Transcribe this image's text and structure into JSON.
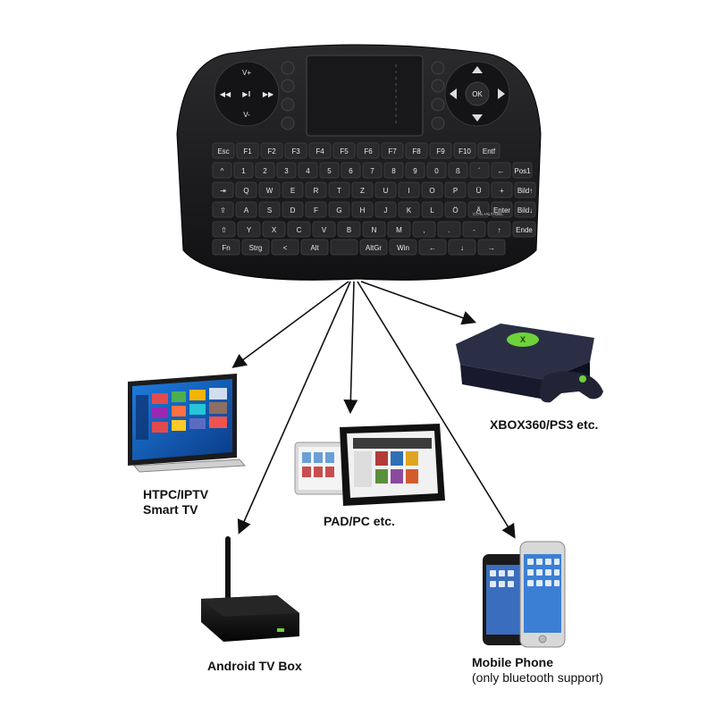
{
  "keyboard": {
    "dpad_left": {
      "top": "V+",
      "bottom": "V-",
      "center": "▶‖"
    },
    "dpad_right": {
      "center": "OK"
    },
    "row_f": [
      "Esc",
      "F1",
      "F2",
      "F3",
      "F4",
      "F5",
      "F6",
      "F7",
      "F8",
      "F9",
      "F10",
      "Entf"
    ],
    "row_num": [
      "^",
      "1",
      "2",
      "3",
      "4",
      "5",
      "6",
      "7",
      "8",
      "9",
      "0",
      "ß",
      "´",
      "←",
      "Pos1"
    ],
    "row_q": [
      "⇥",
      "Q",
      "W",
      "E",
      "R",
      "T",
      "Z",
      "U",
      "I",
      "O",
      "P",
      "Ü",
      "+",
      "Bild↑"
    ],
    "row_a": [
      "⇪",
      "A",
      "S",
      "D",
      "F",
      "G",
      "H",
      "J",
      "K",
      "L",
      "Ö",
      "Ä",
      "Enter",
      "Bild↓"
    ],
    "row_y": [
      "⇧",
      "Y",
      "X",
      "C",
      "V",
      "B",
      "N",
      "M",
      ",",
      ".",
      "-",
      "↑",
      "Ende"
    ],
    "row_bottom": [
      "Fn",
      "Strg",
      "<",
      "Alt",
      "",
      "AltGr",
      "Win",
      "←",
      "↓",
      "→"
    ],
    "enter_sub": "CTRL+ALT+DEL"
  },
  "devices": {
    "tv": {
      "line1": "HTPC/IPTV",
      "line2": "Smart TV"
    },
    "pad": {
      "line1": "PAD/PC etc."
    },
    "xbox": {
      "line1": "XBOX360/PS3 etc."
    },
    "tvbox": {
      "line1": "Android TV Box"
    },
    "phone": {
      "line1": "Mobile Phone",
      "line2": "(only bluetooth support)"
    }
  },
  "colors": {
    "keyboard": "#1c1c1e",
    "key": "#2a2a2c",
    "arrow": "#111111",
    "xbox_accent": "#6fd23a"
  }
}
